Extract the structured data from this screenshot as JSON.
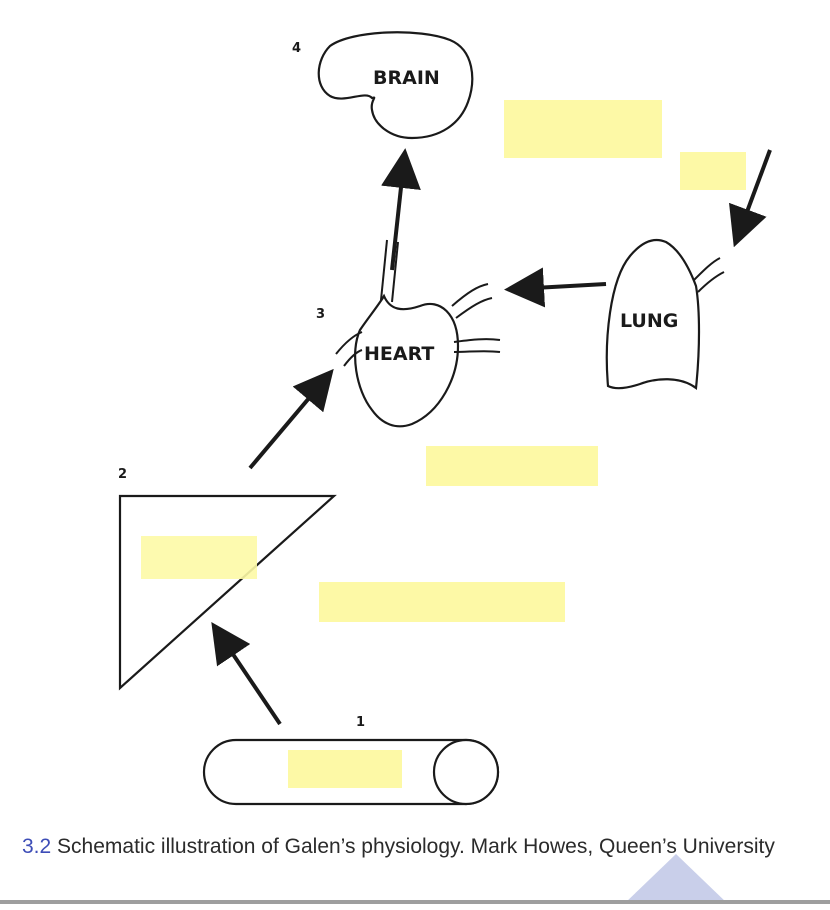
{
  "diagram": {
    "labels": {
      "brain": "BRAIN",
      "heart": "HEART",
      "lung": "LUNG"
    },
    "numbers": {
      "n1": "1",
      "n2": "2",
      "n3": "3",
      "n4": "4"
    },
    "highlight_color": "#fdf9a6",
    "line_color": "#1a1a1a"
  },
  "caption": {
    "figure_number": "3.2",
    "text": "Schematic illustration of Galen’s physiology. Mark Howes, Queen’s University"
  },
  "colors": {
    "caption_number": "#3d4db7",
    "scroll_triangle": "#c3cae8"
  }
}
